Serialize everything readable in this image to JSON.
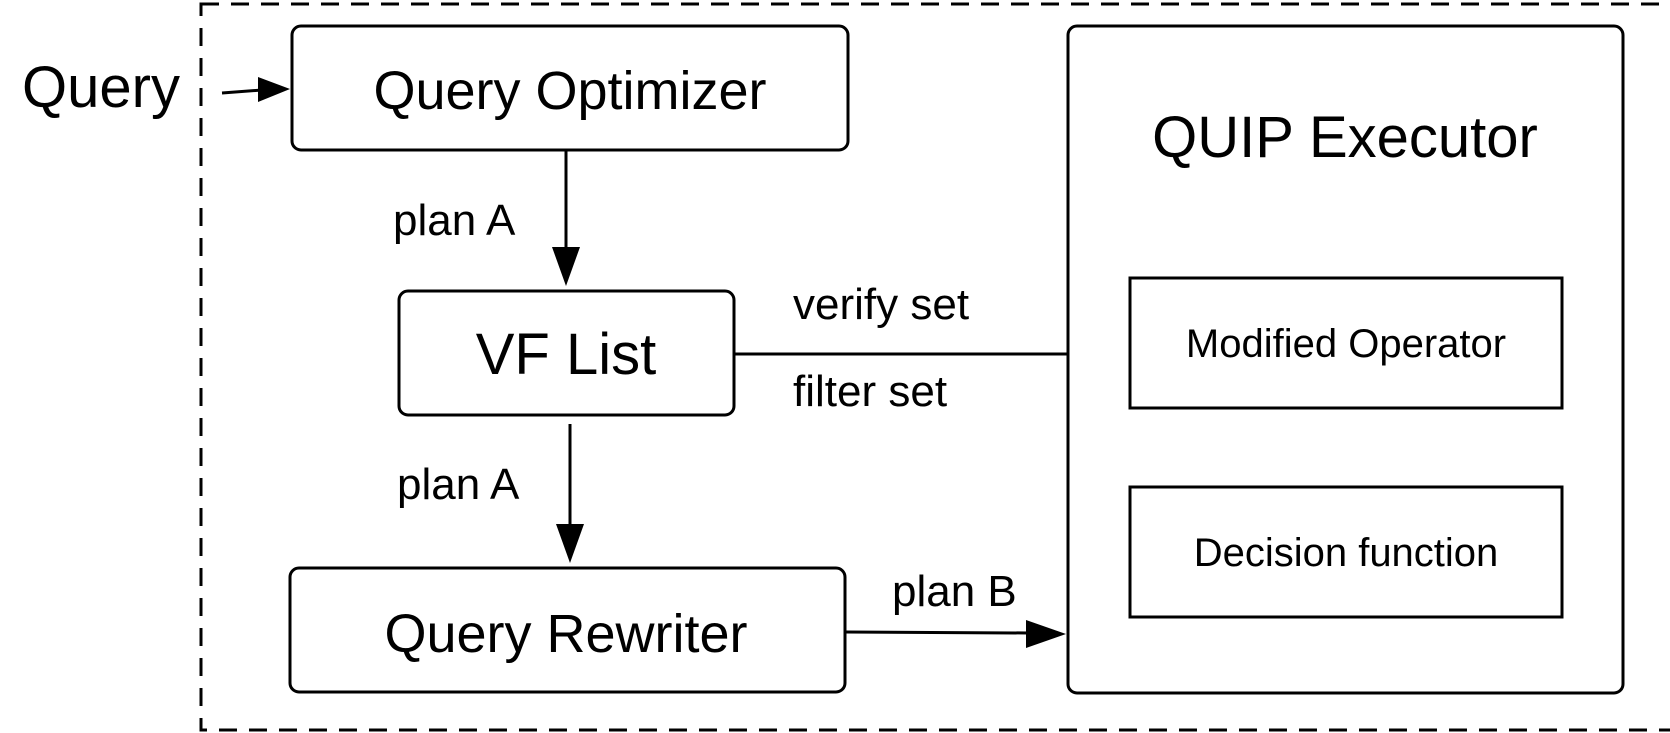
{
  "input_label": "Query",
  "nodes": {
    "query_optimizer": "Query Optimizer",
    "vf_list": "VF List",
    "query_rewriter": "Query Rewriter",
    "quip_executor": "QUIP Executor",
    "modified_operator": "Modified Operator",
    "decision_function": "Decision function"
  },
  "edges": {
    "optimizer_to_vflist": "plan A",
    "vflist_to_rewriter": "plan A",
    "vflist_to_executor_top": "verify set",
    "vflist_to_executor_bottom": "filter set",
    "rewriter_to_executor": "plan B"
  }
}
